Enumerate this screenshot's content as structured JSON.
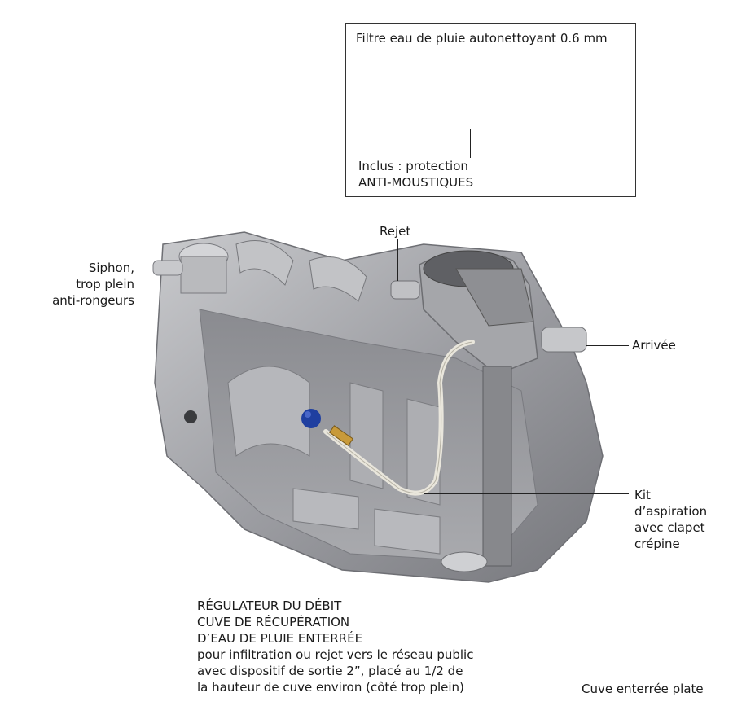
{
  "callouts": {
    "filter_title": "Filtre eau de pluie autonettoyant 0.6 mm",
    "mosquito_line1": "Inclus : protection",
    "mosquito_line2": "ANTI-MOUSTIQUES",
    "rejet": "Rejet",
    "siphon_line1": "Siphon,",
    "siphon_line2": "trop plein",
    "siphon_line3": "anti-rongeurs",
    "arrivee": "Arrivée",
    "kit_line1": "Kit",
    "kit_line2": "d’aspiration",
    "kit_line3": "avec clapet",
    "kit_line4": "crépine",
    "reg_line1": "RÉGULATEUR DU DÉBIT",
    "reg_line2": "CUVE DE RÉCUPÉRATION",
    "reg_line3": "D’EAU DE PLUIE ENTERRÉE",
    "reg_line4": "pour infiltration ou rejet vers le réseau public",
    "reg_line5": "avec dispositif de sortie 2”, placé au 1/2 de",
    "reg_line6": "la hauteur de cuve environ (côté trop plein)",
    "caption": "Cuve enterrée plate"
  },
  "colors": {
    "tank": "#9a9ba0",
    "tank_light": "#c8c9cc",
    "tank_dark": "#6e6f74",
    "float_ball": "#1f3fa0",
    "hose": "#e9e6dc",
    "leader_line": "#222222"
  }
}
